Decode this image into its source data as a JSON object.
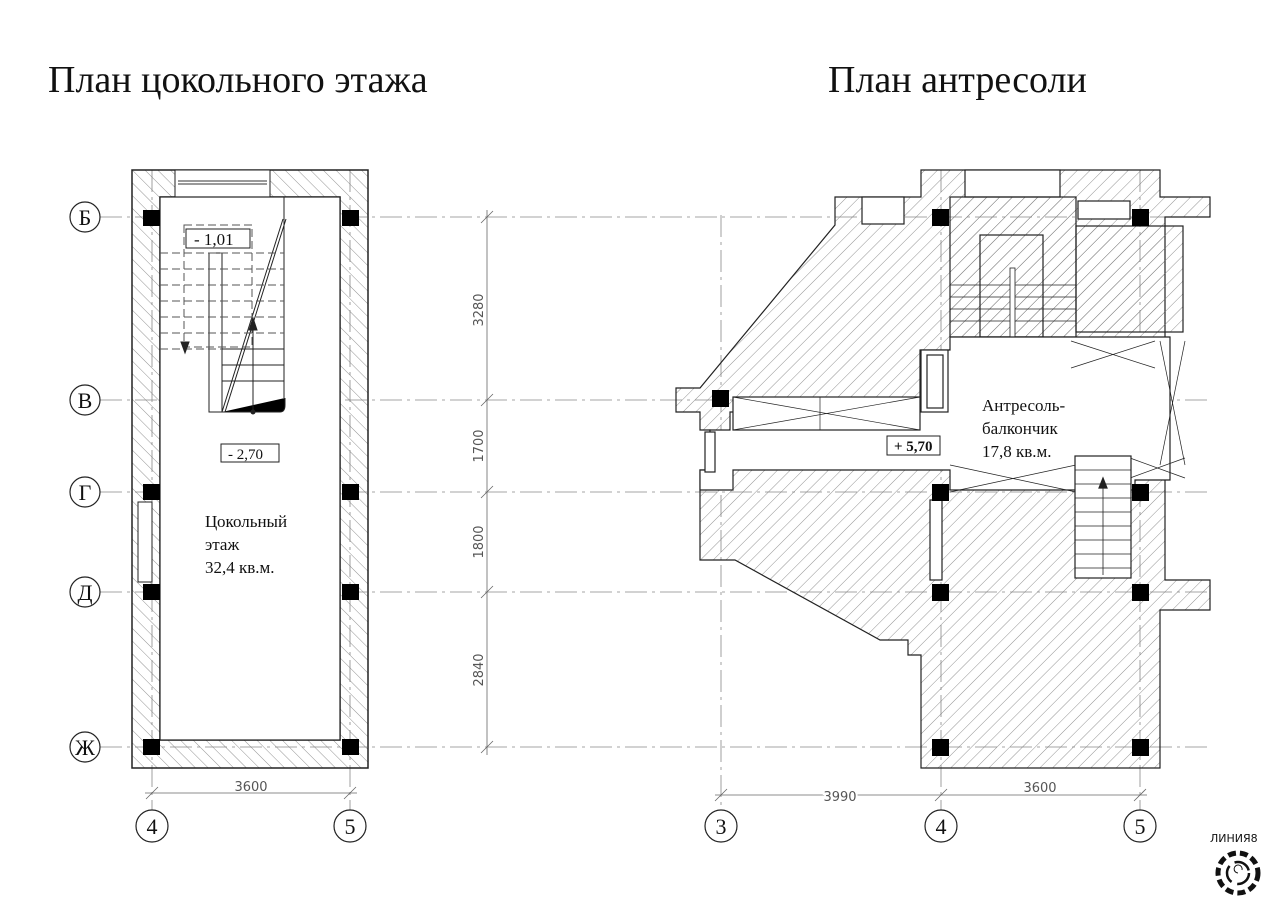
{
  "titles": {
    "left": "План цокольного этажа",
    "right": "План антресоли"
  },
  "axes": {
    "rows": [
      "Б",
      "В",
      "Г",
      "Д",
      "Ж"
    ],
    "left_cols": [
      "4",
      "5"
    ],
    "right_cols": [
      "3",
      "4",
      "5"
    ]
  },
  "dimensions": {
    "vertical": [
      "3280",
      "1700",
      "1800",
      "2840"
    ],
    "left_horizontal": [
      "3600"
    ],
    "right_horizontal": [
      "3990",
      "3600"
    ]
  },
  "left_plan": {
    "level_top": "- 1,01",
    "level_floor": "- 2,70",
    "room_name_1": "Цокольный",
    "room_name_2": "этаж",
    "room_area": "32,4 кв.м."
  },
  "right_plan": {
    "level": "+ 5,70",
    "room_name_1": "Антресоль-",
    "room_name_2": "балкончик",
    "room_area": "17,8 кв.м."
  },
  "logo": {
    "text": "ЛИНИЯ8"
  }
}
